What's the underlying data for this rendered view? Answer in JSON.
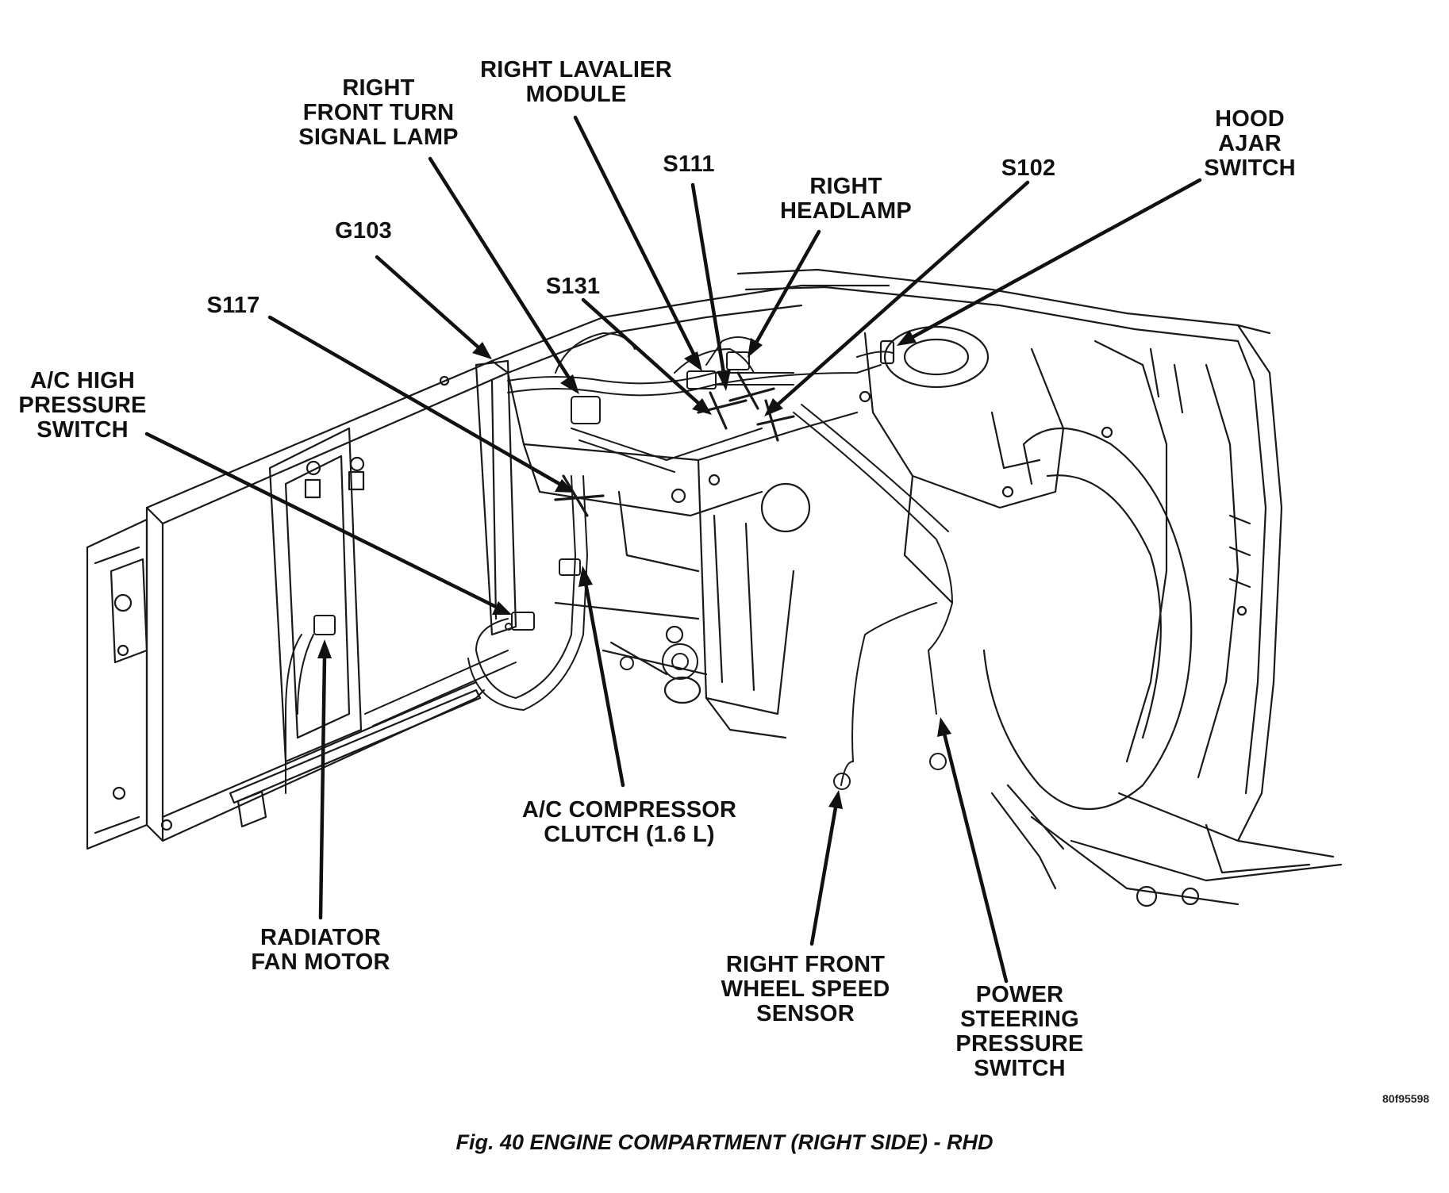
{
  "callouts": {
    "right_front_turn_signal_lamp": [
      "RIGHT",
      "FRONT TURN",
      "SIGNAL LAMP"
    ],
    "right_lavalier_module": [
      "RIGHT LAVALIER",
      "MODULE"
    ],
    "s111": [
      "S111"
    ],
    "right_headlamp": [
      "RIGHT",
      "HEADLAMP"
    ],
    "s102": [
      "S102"
    ],
    "hood_ajar_switch": [
      "HOOD",
      "AJAR",
      "SWITCH"
    ],
    "g103": [
      "G103"
    ],
    "s131": [
      "S131"
    ],
    "s117": [
      "S117"
    ],
    "ac_high_pressure_switch": [
      "A/C HIGH",
      "PRESSURE",
      "SWITCH"
    ],
    "ac_compressor_clutch": [
      "A/C COMPRESSOR",
      "CLUTCH (1.6 L)"
    ],
    "radiator_fan_motor": [
      "RADIATOR",
      "FAN MOTOR"
    ],
    "right_front_wheel_speed_sensor": [
      "RIGHT FRONT",
      "WHEEL SPEED",
      "SENSOR"
    ],
    "power_steering_pressure_switch": [
      "POWER",
      "STEERING",
      "PRESSURE",
      "SWITCH"
    ]
  },
  "figure_code": "80f95598",
  "caption": "Fig. 40 ENGINE COMPARTMENT (RIGHT SIDE) - RHD",
  "colors": {
    "ink": "#111111",
    "background": "#ffffff"
  }
}
